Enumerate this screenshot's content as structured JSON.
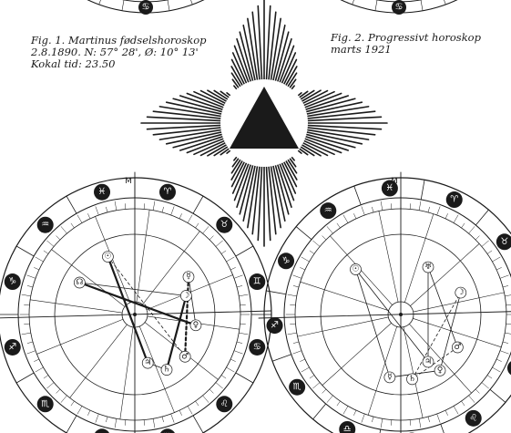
{
  "captions": {
    "fig1": {
      "line1": "Fig. 1. Martinus fødselshoroskop",
      "line2": "2.8.1890. N: 57° 28', Ø: 10° 13'",
      "line3": "Kokal tid: 23.50"
    },
    "fig2": {
      "line1": "Fig. 2. Progressivt horoskop",
      "line2": "marts 1921"
    }
  },
  "zodiac_glyphs": [
    "♈",
    "♉",
    "♊",
    "♋",
    "♌",
    "♍",
    "♎",
    "♏",
    "♐",
    "♑",
    "♒",
    "♓"
  ],
  "chart_labels": {
    "mc": "M",
    "left_mc_sign": "♋",
    "node": "☊",
    "sun": "☉",
    "moon": "☽",
    "mercury": "☿",
    "venus": "♀",
    "mars": "♂",
    "jupiter": "♃",
    "saturn": "♄",
    "uranus": "♅",
    "neptune": "♆"
  },
  "colors": {
    "ink": "#1a1a1a",
    "paper": "#ffffff"
  }
}
